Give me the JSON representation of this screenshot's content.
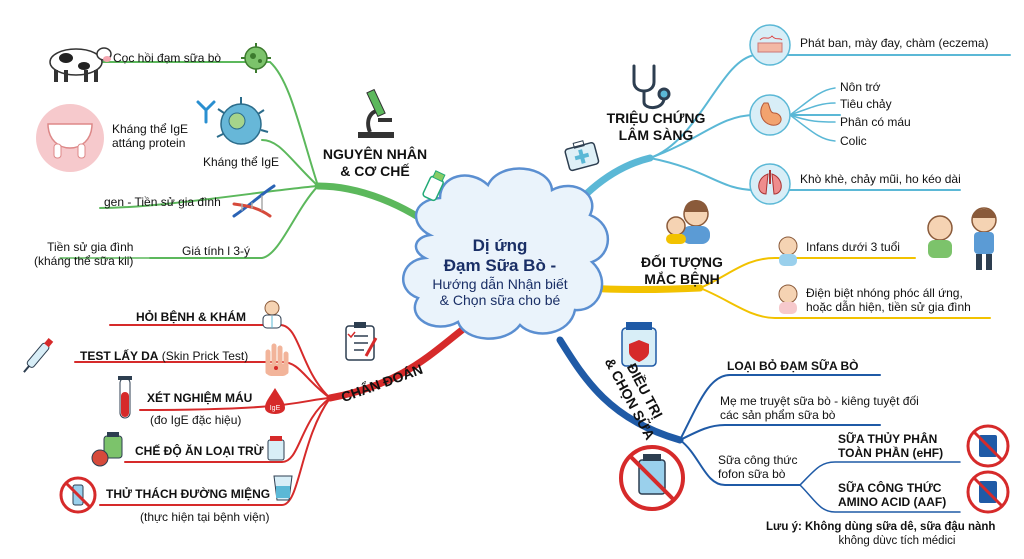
{
  "center": {
    "title_line1": "Dị ứng",
    "title_line2": "Đạm Sữa Bò -",
    "subtitle_line1": "Hướng dẫn Nhận biết",
    "subtitle_line2": "& Chọn sữa cho bé"
  },
  "causes": {
    "header_line1": "NGUYÊN NHÂN",
    "header_line2": "& CƠ CHẾ",
    "color": "#5cb85c",
    "items": {
      "milk": "Cọc hồi đạm sữa bò",
      "ige_line1": "Kháng thể IgE",
      "ige_line2": "attáng protein",
      "ige_label": "Kháng thể IgE",
      "gene": "gen - Tiền sử gia đình",
      "family_line1": "Tiền sử gia đình",
      "family_line2": "(kháng thể sữa kii)",
      "family_tail": "Giá tính l 3-ý"
    }
  },
  "symptoms": {
    "header_line1": "TRIỆU CHỨNG",
    "header_line2": "LÂM SÀNG",
    "color": "#5bb8d6",
    "skin": "Phát ban, mày đay, chàm (eczema)",
    "digestive": [
      "Nôn trớ",
      "Tiêu chảy",
      "Phân có máu",
      "Colic"
    ],
    "respiratory": "Khò khè, chảy mũi, ho kéo dài"
  },
  "subjects": {
    "header_line1": "ĐỐI TƯỢNG",
    "header_line2": "MẮC BỆNH",
    "color": "#f2c200",
    "infants": "Infans dưới 3 tuổi",
    "atopic_line1": "Điện biệt nhóng phóc áll ứng,",
    "atopic_line2": "hoặc dẫn hiện, tiền sử gia đình"
  },
  "diagnosis": {
    "header": "CHẨN ĐOÁN",
    "color": "#d62a2a",
    "history": "HỎI BỆNH & KHÁM",
    "skin_test_bold": "TEST LẤY DA",
    "skin_test_rest": "(Skin Prick Test)",
    "blood_test": "XÉT NGHIỆM MÁU",
    "blood_test_note": "(đo IgE đặc hiệu)",
    "elimination": "CHẾ ĐỘ ĂN LOẠI TRỪ",
    "challenge": "THỬ THÁCH ĐƯỜNG MIỆNG",
    "challenge_note": "(thực hiện tại bệnh viện)",
    "ige_drop": "IgE"
  },
  "treatment": {
    "header_line1": "ĐIỀU TRỊ",
    "header_line2": "& CHỌN SỮA",
    "color": "#1f5aa6",
    "remove": "LOẠI BỎ ĐẠM SỮA BÒ",
    "mother_line1": "Mẹ me truyệt sữa bò - kiêng tuyệt đối",
    "mother_line2": "các sản phẩm sữa bò",
    "formula_line1": "Sữa công thức",
    "formula_line2": "fofon sữa bò",
    "ehf_line1": "SỮA THỦY PHÂN",
    "ehf_line2": "TOÀN PHẦN (eHF)",
    "aaf_line1": "SỮA CÔNG THỨC",
    "aaf_line2": "AMINO ACID (AAF)"
  },
  "note": {
    "line1": "Lưu ý: Không dùng sữa dê, sữa đậu nành",
    "line2": "không dùvc tích médici"
  },
  "icons": [
    "cow-icon",
    "virus-icon",
    "antibody-icon",
    "breast-icon",
    "dna-icon",
    "microscope-icon",
    "baby-bottle-icon",
    "stethoscope-icon",
    "first-aid-kit-icon",
    "skin-icon",
    "stomach-icon",
    "lungs-icon",
    "family-icon",
    "baby-icon",
    "clipboard-icon",
    "doctor-icon",
    "dropper-icon",
    "hand-icon",
    "test-tube-icon",
    "blood-drop-icon",
    "food-icon",
    "medicine-jar-icon",
    "cup-icon",
    "no-milk-icon",
    "formula-can-icon"
  ]
}
